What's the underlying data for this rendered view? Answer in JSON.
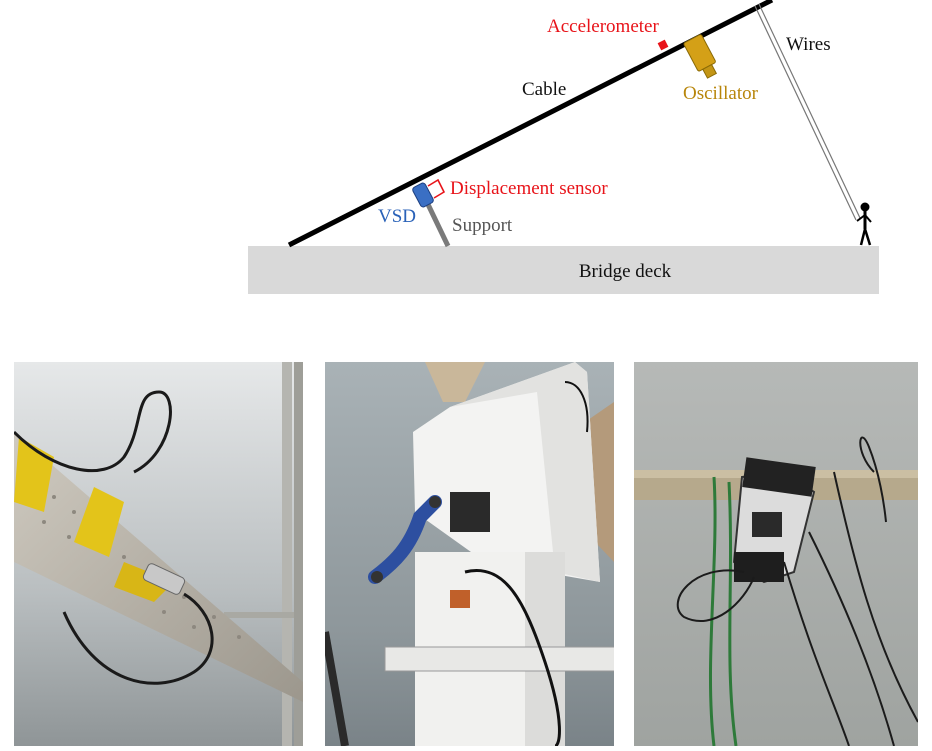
{
  "diagram": {
    "labels": {
      "accelerometer": "Accelerometer",
      "wires": "Wires",
      "cable": "Cable",
      "oscillator": "Oscillator",
      "displacement_sensor": "Displacement sensor",
      "vsd": "VSD",
      "support": "Support",
      "bridge_deck": "Bridge deck"
    },
    "colors": {
      "accelerometer": "#e8141a",
      "displacement_sensor": "#e8141a",
      "oscillator": "#b8860b",
      "vsd": "#2a62b8",
      "support": "#555555",
      "text": "#111111",
      "deck": "#d9d9d9",
      "cable": "#000000"
    }
  },
  "photos": [
    {
      "subject": "cable with yellow-taped sensor and coiled wire, foggy river background"
    },
    {
      "subject": "white cable anchorage box with blue damper arm and sensors"
    },
    {
      "subject": "oscillator device clamped on cable with hanging ropes and wires"
    }
  ]
}
